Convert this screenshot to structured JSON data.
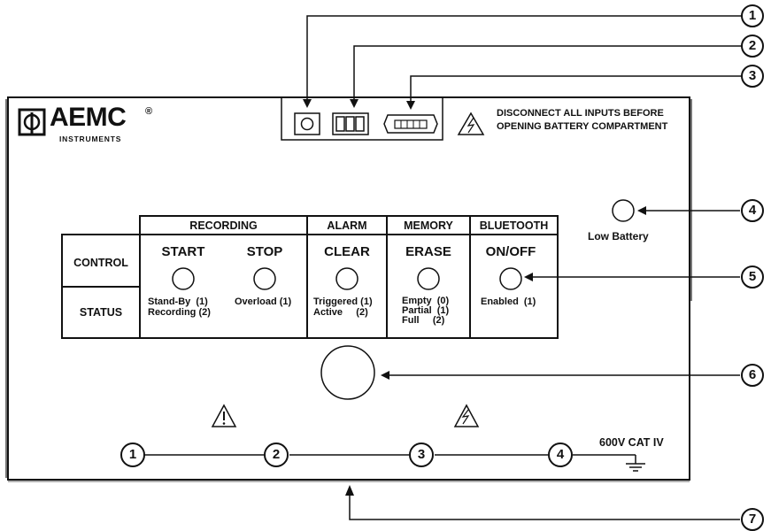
{
  "brand": {
    "name": "AEMC",
    "registered": "®",
    "sub": "INSTRUMENTS"
  },
  "warning": {
    "line1": "DISCONNECT ALL INPUTS BEFORE",
    "line2": "OPENING BATTERY COMPARTMENT"
  },
  "low_battery_label": "Low Battery",
  "rating_label": "600V CAT IV",
  "table": {
    "row_control": "CONTROL",
    "row_status": "STATUS",
    "headers": {
      "recording": "RECORDING",
      "alarm": "ALARM",
      "memory": "MEMORY",
      "bluetooth": "BLUETOOTH"
    },
    "buttons": {
      "start": "START",
      "stop": "STOP",
      "clear": "CLEAR",
      "erase": "ERASE",
      "onoff": "ON/OFF"
    },
    "status": {
      "start": [
        "Stand-By  (1)",
        "Recording (2)"
      ],
      "stop": [
        "Overload (1)"
      ],
      "clear": [
        "Triggered (1)",
        "Active     (2)"
      ],
      "erase": [
        "Empty  (0)",
        "Partial  (1)",
        "Full     (2)"
      ],
      "onoff": [
        "Enabled  (1)"
      ]
    }
  },
  "callouts": [
    "1",
    "2",
    "3",
    "4",
    "5",
    "6",
    "7"
  ],
  "inputs": [
    "1",
    "2",
    "3",
    "4"
  ]
}
